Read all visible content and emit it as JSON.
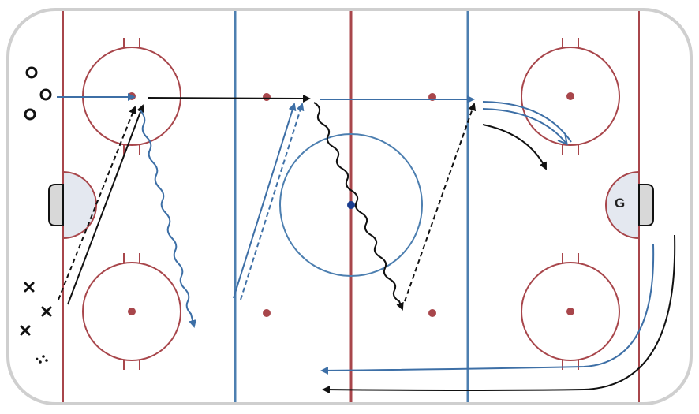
{
  "drill": {
    "goalie_label": "G",
    "colors": {
      "red_line": "#a8464b",
      "blue_line": "#4d7fb0",
      "circle_red": "#a8464b",
      "crease_fill": "#e4e8f0",
      "goal_fill": "#d8d8d8",
      "pass": "#111111",
      "skate_blue": "#3d6fa6",
      "skate_black": "#111111",
      "center_dot": "#1a3d8f"
    },
    "players_o_count": 3,
    "players_x_count": 3,
    "pucks_marker": "∴"
  }
}
